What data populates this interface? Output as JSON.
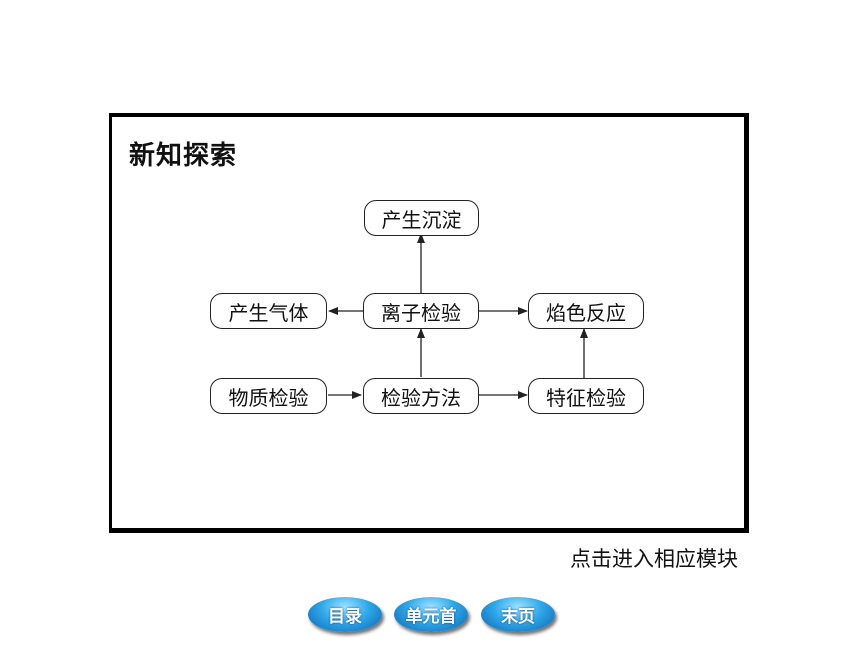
{
  "panel": {
    "title": "新知探索"
  },
  "diagram": {
    "nodes": {
      "precipitate": "产生沉淀",
      "gas": "产生气体",
      "ion_test": "离子检验",
      "flame_test": "焰色反应",
      "substance_test": "物质检验",
      "test_method": "检验方法",
      "feature_test": "特征检验"
    },
    "edges": [
      {
        "from": "substance_test",
        "to": "test_method"
      },
      {
        "from": "test_method",
        "to": "feature_test"
      },
      {
        "from": "test_method",
        "to": "ion_test"
      },
      {
        "from": "feature_test",
        "to": "flame_test"
      },
      {
        "from": "ion_test",
        "to": "precipitate"
      },
      {
        "from": "ion_test",
        "to": "gas"
      },
      {
        "from": "ion_test",
        "to": "flame_test"
      }
    ]
  },
  "hint": "点击进入相应模块",
  "nav": {
    "toc": "目录",
    "unit_first": "单元首",
    "last_page": "末页"
  }
}
